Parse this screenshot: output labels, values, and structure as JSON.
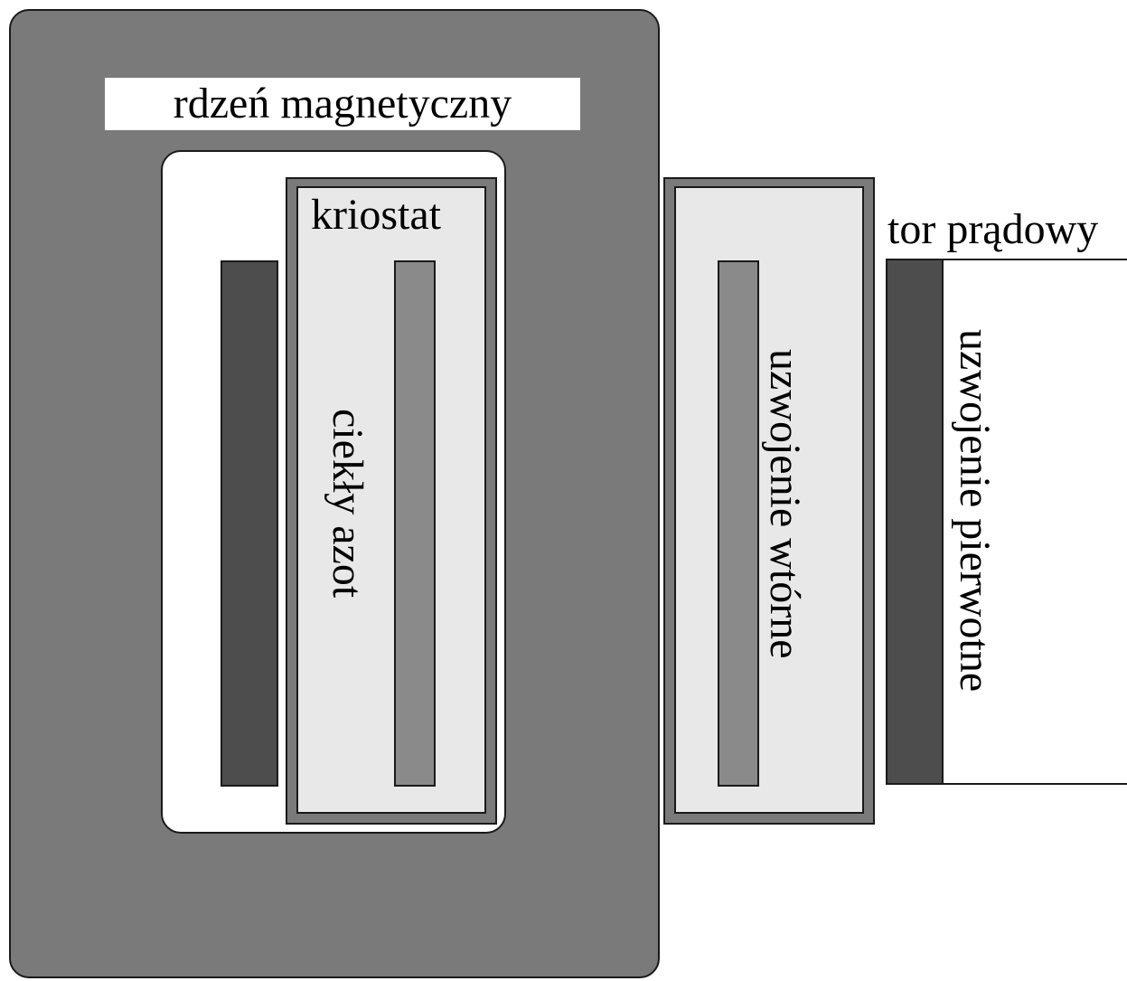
{
  "labels": {
    "core": "rdzeń magnetyczny",
    "cryostat": "kriostat",
    "liquid_nitrogen": "ciekły azot",
    "secondary_winding": "uzwojenie wtórne",
    "current_path": "tor prądowy",
    "primary_winding": "uzwojenie pierwotne"
  },
  "colors": {
    "core": "#7a7a7a",
    "dark_winding": "#4d4d4d",
    "winding": "#8a8a8a",
    "cryostat_interior": "#e8e8e8",
    "background": "#ffffff",
    "outline": "#1a1a1a"
  }
}
